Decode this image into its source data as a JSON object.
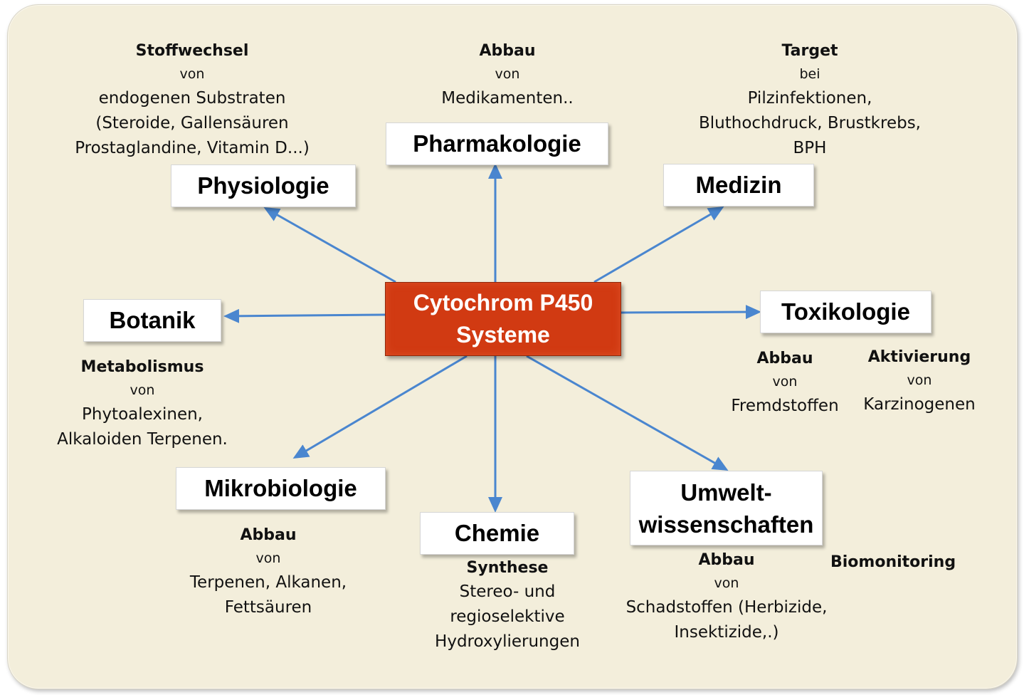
{
  "center": {
    "line1": "Cytochrom P450",
    "line2": "Systeme"
  },
  "colors": {
    "background": "#f3eedb",
    "center_fill": "#d13a12",
    "arrow": "#4a86cf",
    "box_fill": "#ffffff"
  },
  "fields": {
    "physiologie": "Physiologie",
    "pharmakologie": "Pharmakologie",
    "medizin": "Medizin",
    "botanik": "Botanik",
    "toxikologie": "Toxikologie",
    "mikrobiologie": "Mikrobiologie",
    "chemie": "Chemie",
    "umwelt_line1": "Umwelt-",
    "umwelt_line2": "wissenschaften"
  },
  "descriptions": {
    "physiologie": {
      "heading": "Stoffwechsel",
      "sub": "von",
      "lines": [
        "endogenen Substraten",
        "(Steroide, Gallensäuren",
        "Prostaglandine,  Vitamin D...)"
      ]
    },
    "pharmakologie": {
      "heading": "Abbau",
      "sub": "von",
      "lines": [
        "Medikamenten.."
      ]
    },
    "medizin": {
      "heading": "Target",
      "sub": "bei",
      "lines": [
        "Pilzinfektionen,",
        "Bluthochdruck, Brustkrebs,",
        "BPH"
      ]
    },
    "botanik": {
      "heading": "Metabolismus",
      "sub": "von",
      "lines": [
        "Phytoalexinen,",
        "Alkaloiden Terpenen."
      ]
    },
    "toxikologie_abbau": {
      "heading": "Abbau",
      "sub": "von",
      "lines": [
        "Fremdstoffen"
      ]
    },
    "toxikologie_aktivierung": {
      "heading": "Aktivierung",
      "sub": "von",
      "lines": [
        "Karzinogenen"
      ]
    },
    "mikrobiologie": {
      "heading": "Abbau",
      "sub": "von",
      "lines": [
        "Terpenen,  Alkanen,",
        "Fettsäuren"
      ]
    },
    "chemie": {
      "heading": "Synthese",
      "lines": [
        "Stereo- und",
        "regioselektive",
        "Hydroxylierungen"
      ]
    },
    "umwelt": {
      "heading": "Abbau",
      "sub": "von",
      "lines": [
        "Schadstoffen (Herbizide,",
        "Insektizide,.)"
      ]
    },
    "umwelt_extra": "Biomonitoring"
  }
}
